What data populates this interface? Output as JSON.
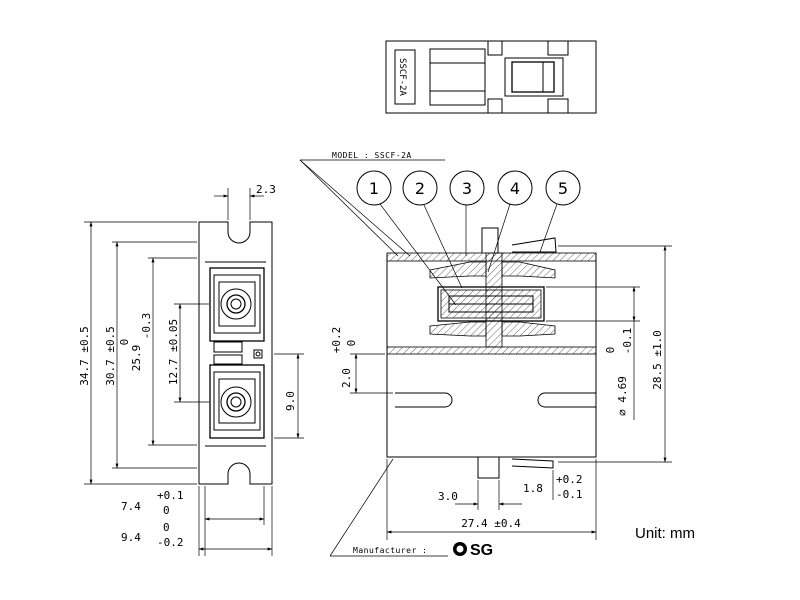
{
  "model_label": "MODEL : SSCF-2A",
  "top_view_label": "SSCF-2A",
  "manufacturer_label": "Manufacturer :",
  "brand": "SG",
  "unit": "Unit: mm",
  "callouts": [
    "1",
    "2",
    "3",
    "4",
    "5"
  ],
  "dimensions": {
    "slot_width": "2.3",
    "overall_height": "34.7 ±0.5",
    "body_height": "30.7 ±0.5",
    "mid_height_nominal": "25.9",
    "mid_height_tol_upper": "0",
    "mid_height_tol_lower": "-0.3",
    "port_pitch": "12.7 ±0.05",
    "port_offset": "9.0",
    "base_width_nominal": "7.4",
    "base_width_tol_upper": "+0.1",
    "base_width_tol_lower": "0",
    "flange_width_nominal": "9.4",
    "flange_width_tol_upper": "0",
    "flange_width_tol_lower": "-0.2",
    "side_gap_nominal": "2.0",
    "side_gap_tol_upper": "+0.2",
    "side_gap_tol_lower": "0",
    "bore_diameter": "∅ 4.69",
    "bore_tol_upper": "0",
    "bore_tol_lower": "-0.1",
    "side_height": "28.5 ±1.0",
    "foot_width": "3.0",
    "clip_width_nominal": "1.8",
    "clip_tol_upper": "+0.2",
    "clip_tol_lower": "-0.1",
    "overall_length": "27.4 ±0.4"
  }
}
